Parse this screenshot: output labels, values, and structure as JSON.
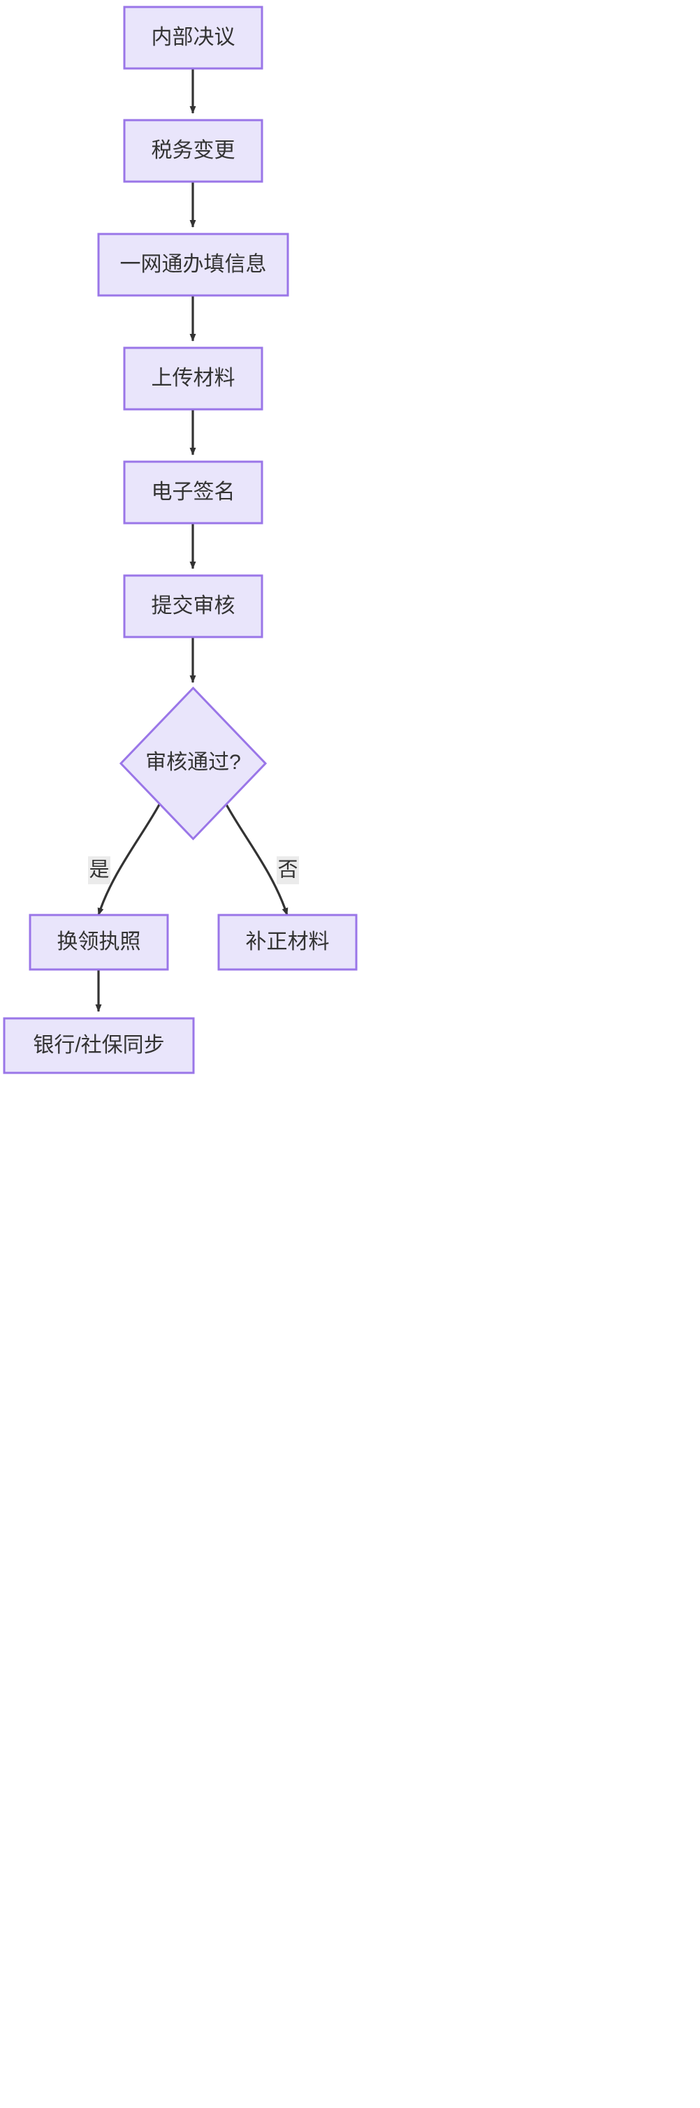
{
  "diagram": {
    "type": "flowchart",
    "direction": "top-to-bottom",
    "theme": {
      "node_fill": "#e9e5fb",
      "node_stroke": "#9a76e8",
      "edge_stroke": "#333333",
      "label_text": "#333333",
      "edge_label_bg": "#ebebeb",
      "background": "#ffffff"
    },
    "nodes": [
      {
        "id": "n1",
        "label": "内部决议",
        "shape": "rect"
      },
      {
        "id": "n2",
        "label": "税务变更",
        "shape": "rect"
      },
      {
        "id": "n3",
        "label": "一网通办填信息",
        "shape": "rect"
      },
      {
        "id": "n4",
        "label": "上传材料",
        "shape": "rect"
      },
      {
        "id": "n5",
        "label": "电子签名",
        "shape": "rect"
      },
      {
        "id": "n6",
        "label": "提交审核",
        "shape": "rect"
      },
      {
        "id": "n7",
        "label": "审核通过?",
        "shape": "diamond"
      },
      {
        "id": "n8",
        "label": "换领执照",
        "shape": "rect"
      },
      {
        "id": "n9",
        "label": "补正材料",
        "shape": "rect"
      },
      {
        "id": "n10",
        "label": "银行/社保同步",
        "shape": "rect"
      }
    ],
    "edges": [
      {
        "from": "n1",
        "to": "n2",
        "label": ""
      },
      {
        "from": "n2",
        "to": "n3",
        "label": ""
      },
      {
        "from": "n3",
        "to": "n4",
        "label": ""
      },
      {
        "from": "n4",
        "to": "n5",
        "label": ""
      },
      {
        "from": "n5",
        "to": "n6",
        "label": ""
      },
      {
        "from": "n6",
        "to": "n7",
        "label": ""
      },
      {
        "from": "n7",
        "to": "n8",
        "label": "是"
      },
      {
        "from": "n7",
        "to": "n9",
        "label": "否"
      },
      {
        "from": "n8",
        "to": "n10",
        "label": ""
      }
    ]
  }
}
